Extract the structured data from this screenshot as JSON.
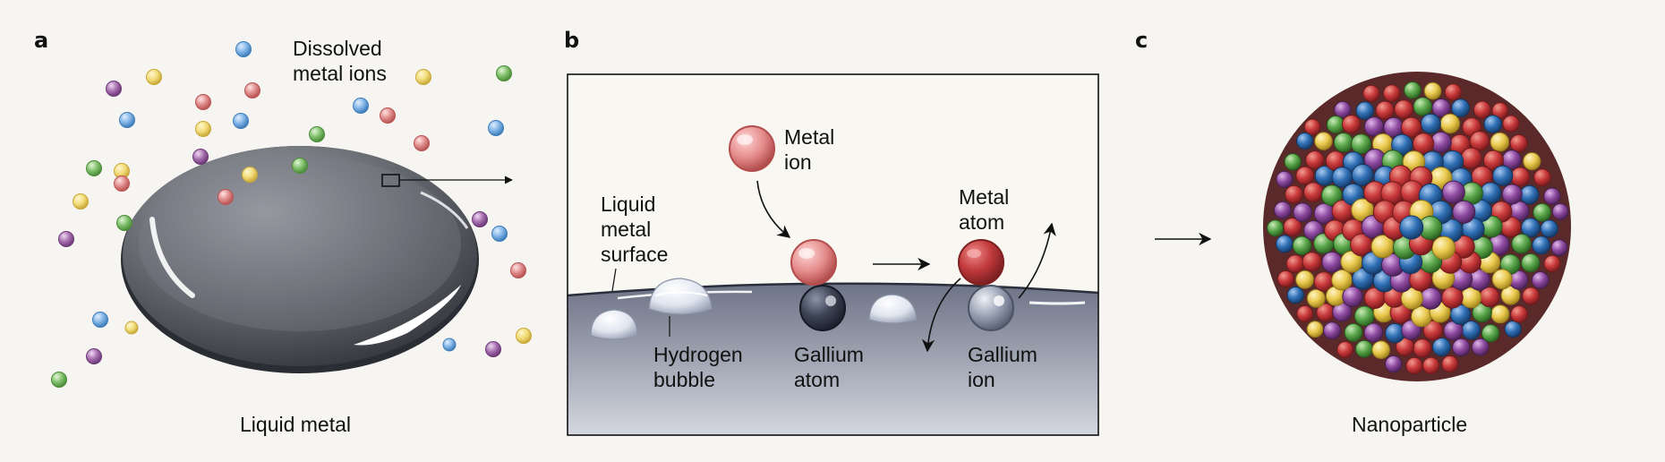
{
  "panels": {
    "a": {
      "letter": "a",
      "dissolved_label_line1": "Dissolved",
      "dissolved_label_line2": "metal ions",
      "liquid_metal_label": "Liquid metal"
    },
    "b": {
      "letter": "b",
      "metal_ion_line1": "Metal",
      "metal_ion_line2": "ion",
      "liquid_surface_line1": "Liquid",
      "liquid_surface_line2": "metal",
      "liquid_surface_line3": "surface",
      "metal_atom_line1": "Metal",
      "metal_atom_line2": "atom",
      "hydrogen_line1": "Hydrogen",
      "hydrogen_line2": "bubble",
      "gallium_atom_line1": "Gallium",
      "gallium_atom_line2": "atom",
      "gallium_ion_line1": "Gallium",
      "gallium_ion_line2": "ion"
    },
    "c": {
      "letter": "c",
      "nanoparticle_label": "Nanoparticle"
    }
  },
  "colors": {
    "background": "#f6f5f1",
    "ion_blue": "#7fb3e6",
    "ion_yellow": "#f2dc78",
    "ion_green": "#7fbf6a",
    "ion_red": "#e08a8a",
    "ion_purple": "#a56cad",
    "metal_gray": "#6c6f76",
    "nano_red": "#c9393b",
    "nano_blue": "#2f6fb5",
    "nano_yellow": "#e9c94e",
    "nano_green": "#5aa64a",
    "nano_purple": "#8e4aa0"
  },
  "icons": [
    "ion-sphere",
    "liquid-metal-droplet",
    "hydrogen-bubble",
    "arrow-icon"
  ]
}
